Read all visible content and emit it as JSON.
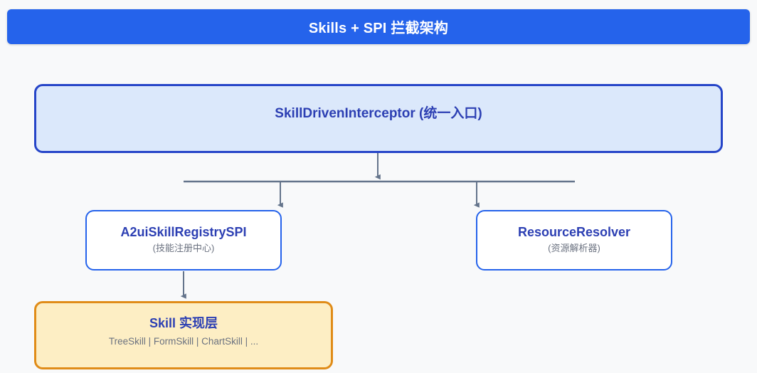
{
  "header": {
    "title": "Skills + SPI 拦截架构",
    "background_color": "#2563eb",
    "text_color": "#ffffff"
  },
  "diagram": {
    "background_color": "#f8f9fa",
    "connector_color": "#64748b",
    "nodes": {
      "root": {
        "title": "SkillDrivenInterceptor (统一入口)",
        "fill_color": "#dbe8fb",
        "border_color": "#2645c8",
        "text_color": "#2c3fb3"
      },
      "registry": {
        "title": "A2uiSkillRegistrySPI",
        "subtitle": "(技能注册中心)",
        "fill_color": "#ffffff",
        "border_color": "#2563eb",
        "text_color": "#2c3fb3",
        "subtitle_color": "#6b7280"
      },
      "resolver": {
        "title": "ResourceResolver",
        "subtitle": "(资源解析器)",
        "fill_color": "#ffffff",
        "border_color": "#2563eb",
        "text_color": "#2c3fb3",
        "subtitle_color": "#6b7280"
      },
      "skill_layer": {
        "title": "Skill 实现层",
        "subtitle": "TreeSkill | FormSkill | ChartSkill | ...",
        "fill_color": "#fdeec4",
        "border_color": "#e08c18",
        "text_color": "#2c3fb3",
        "subtitle_color": "#6b7280"
      }
    },
    "edges": [
      {
        "name": "root-to-bus",
        "from": "root",
        "to": "distribution-bus"
      },
      {
        "name": "bus-to-registry",
        "from": "distribution-bus",
        "to": "registry"
      },
      {
        "name": "bus-to-resolver",
        "from": "distribution-bus",
        "to": "resolver"
      },
      {
        "name": "registry-to-skill-layer",
        "from": "registry",
        "to": "skill_layer"
      }
    ]
  }
}
